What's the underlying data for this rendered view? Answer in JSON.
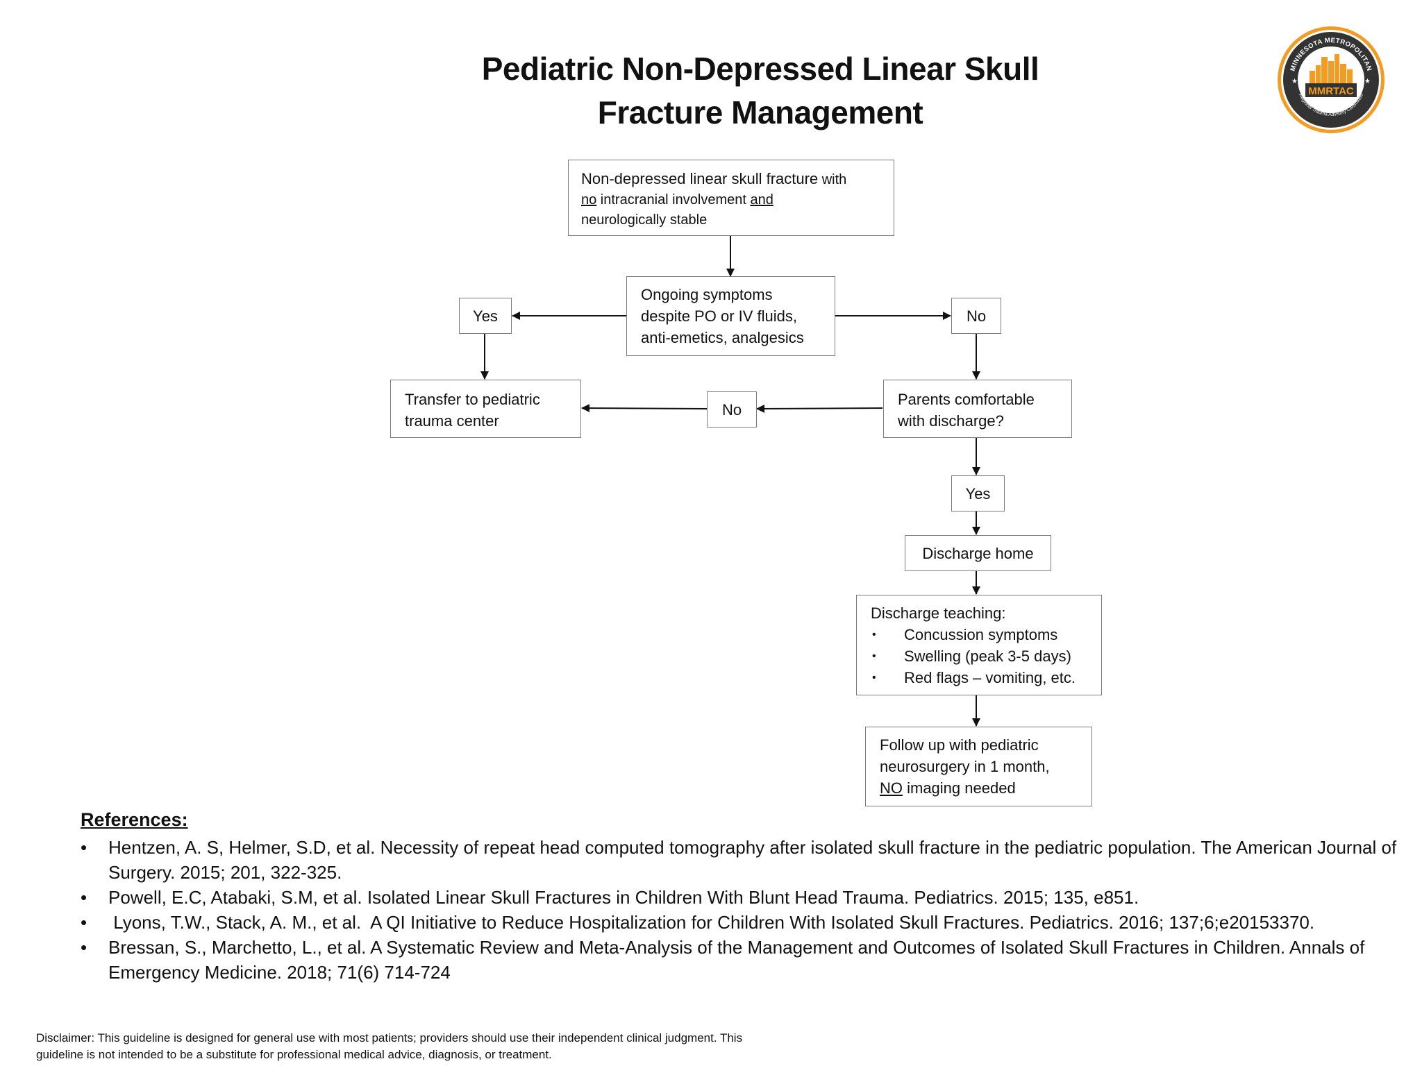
{
  "title": {
    "line1": "Pediatric Non-Depressed Linear Skull",
    "line2": "Fracture Management"
  },
  "logo": {
    "arc_text": "MINNESOTA METROPOLITAN",
    "name": "MMRTAC",
    "sub_text": "Regional Trauma Advisory Committee",
    "colors": {
      "ring": "#f39c24",
      "dark": "#333333",
      "accent": "#f39c24"
    }
  },
  "flowchart": {
    "start": {
      "line1_a": "Non-depressed linear skull fracture",
      "line1_b": " with",
      "line2_no": "no",
      "line2_rest": " intracranial involvement ",
      "line2_and": "and ",
      "line3": "neurologically stable"
    },
    "question1": {
      "line1": "Ongoing symptoms",
      "line2": "despite PO or IV fluids,",
      "line3": "anti-emetics, analgesics"
    },
    "yes_label": "Yes",
    "no_label": "No",
    "transfer": {
      "line1": "Transfer to pediatric",
      "line2": "trauma center"
    },
    "question2_no_label": "No",
    "question2": {
      "line1": "Parents comfortable",
      "line2": "with discharge?"
    },
    "question2_yes_label": "Yes",
    "discharge_home": "Discharge home",
    "teaching": {
      "heading": "Discharge teaching:",
      "items": [
        "Concussion symptoms",
        "Swelling (peak 3-5 days)",
        "Red flags – vomiting, etc."
      ]
    },
    "followup": {
      "line1": "Follow up with pediatric",
      "line2": "neurosurgery in 1 month,",
      "line3_no": "NO",
      "line3_rest": " imaging needed"
    }
  },
  "references": {
    "heading": "References: ",
    "items": [
      "Hentzen, A. S, Helmer, S.D, et al.  Necessity of repeat head computed tomography after isolated skull fracture in the pediatric population. The American Journal of Surgery. 2015; 201, 322-325.",
      "Powell, E.C, Atabaki, S.M, et al. Isolated Linear Skull Fractures in Children With Blunt Head Trauma. Pediatrics. 2015; 135, e851.",
      " Lyons, T.W., Stack, A. M., et al.  A QI Initiative to Reduce Hospitalization for Children With Isolated Skull Fractures. Pediatrics. 2016; 137;6;e20153370.",
      "Bressan, S., Marchetto, L., et al. A Systematic Review and Meta-Analysis of the Management and Outcomes of Isolated Skull Fractures in Children. Annals of Emergency Medicine. 2018; 71(6) 714-724"
    ]
  },
  "disclaimer": {
    "line1": "Disclaimer: This guideline is designed for general use with most patients; providers should use their independent clinical judgment. This",
    "line2": "guideline is not intended to be a substitute for professional medical advice, diagnosis, or treatment."
  }
}
